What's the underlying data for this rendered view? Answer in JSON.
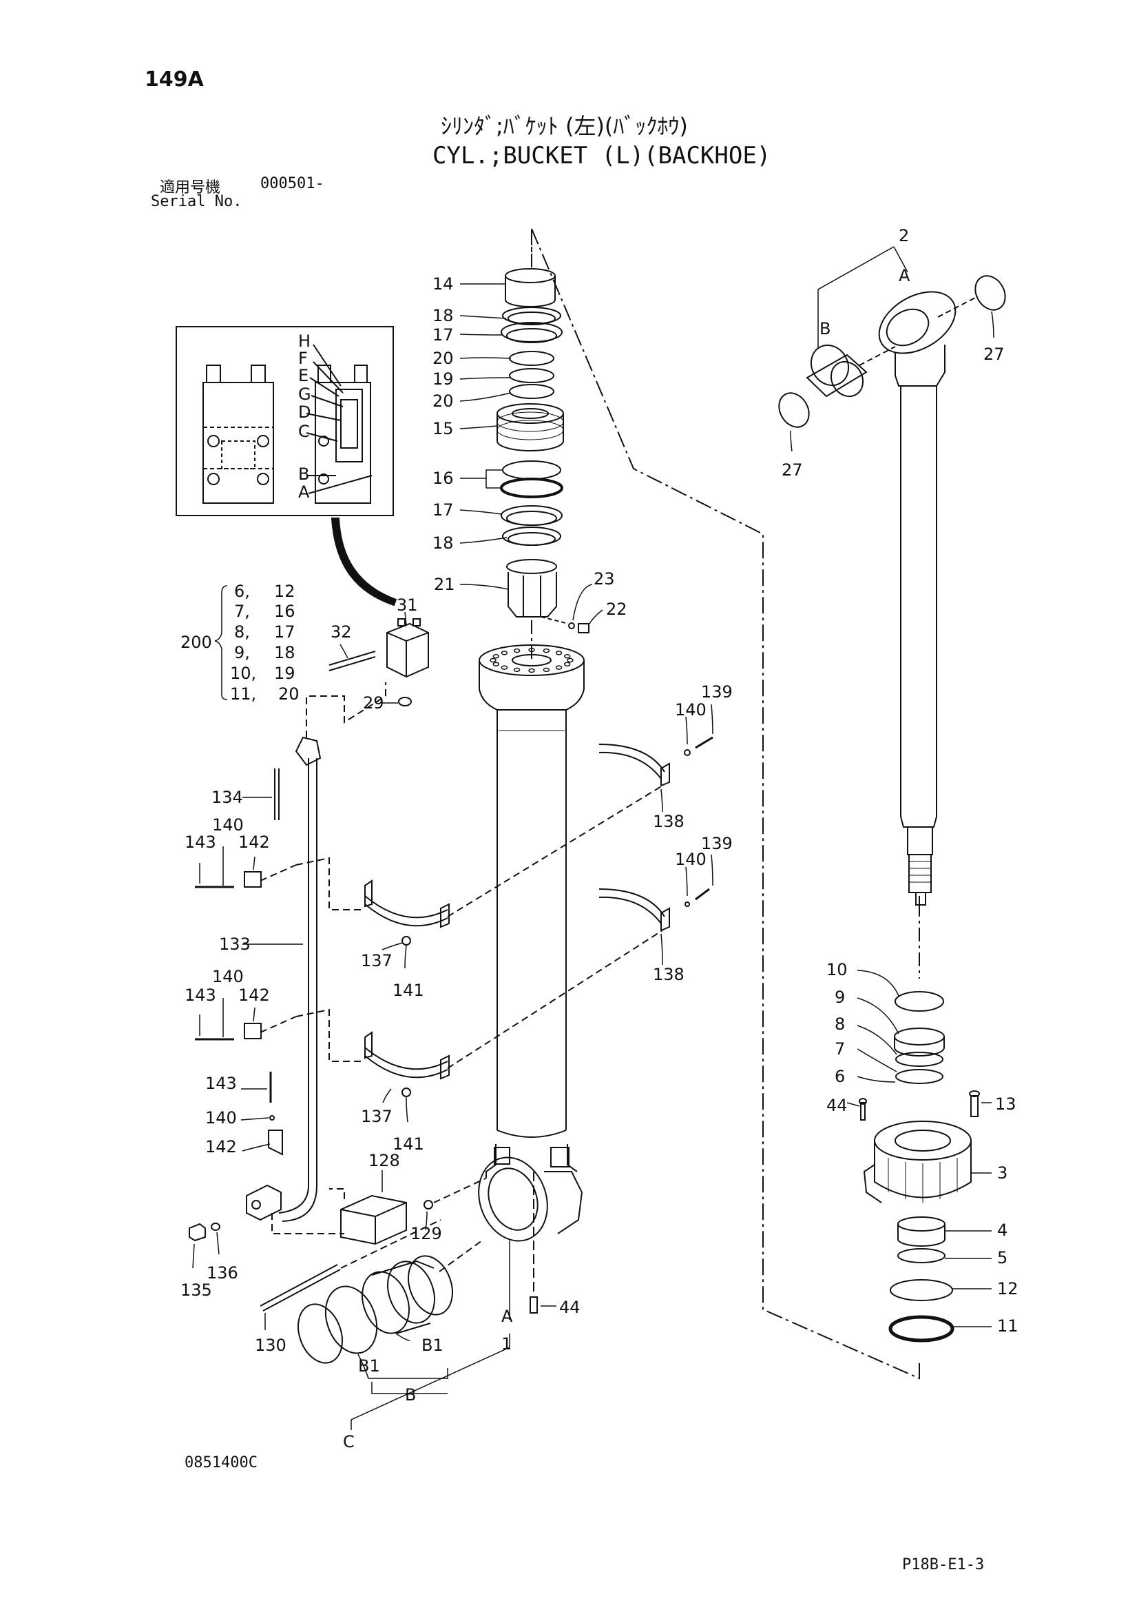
{
  "header": {
    "page_number": "149A",
    "title_jp": "ｼﾘﾝﾀﾞ;ﾊﾞｹｯﾄ (左)(ﾊﾞｯｸﾎｳ)",
    "title_en": "CYL.;BUCKET (L)(BACKHOE)",
    "serial_label_jp": "適用号機",
    "serial_value": "000501-",
    "serial_label_en": "Serial No."
  },
  "footer": {
    "drawing_number": "0851400C",
    "sheet_code": "P18B-E1-3"
  },
  "kit": {
    "number": "200",
    "rows": [
      {
        "a": "6,",
        "b": "12"
      },
      {
        "a": "7,",
        "b": "16"
      },
      {
        "a": "8,",
        "b": "17"
      },
      {
        "a": "9,",
        "b": "18"
      },
      {
        "a": "10,",
        "b": "19"
      },
      {
        "a": "11,",
        "b": "20"
      }
    ]
  },
  "inset_letters": [
    "H",
    "F",
    "E",
    "G",
    "D",
    "C",
    "B",
    "A"
  ],
  "callouts": {
    "c14": "14",
    "c18a": "18",
    "c17a": "17",
    "c20a": "20",
    "c19": "19",
    "c20b": "20",
    "c15": "15",
    "c16": "16",
    "c17b": "17",
    "c18b": "18",
    "c21": "21",
    "c23": "23",
    "c22": "22",
    "c31": "31",
    "c32": "32",
    "c29": "29",
    "c139a": "139",
    "c140a": "140",
    "c138a": "138",
    "c139b": "139",
    "c140b": "140",
    "c138b": "138",
    "c134": "134",
    "c140c": "140",
    "c143a": "143",
    "c142a": "142",
    "c133": "133",
    "c137a": "137",
    "c141a": "141",
    "c140d": "140",
    "c143b": "143",
    "c142b": "142",
    "c143c": "143",
    "c140e": "140",
    "c142c": "142",
    "c137b": "137",
    "c141b": "141",
    "c128": "128",
    "c129": "129",
    "c135": "135",
    "c136": "136",
    "c130": "130",
    "cA_main": "A",
    "c44a": "44",
    "c1": "1",
    "cB1a": "B1",
    "cB1b": "B1",
    "cB_main": "B",
    "cC_main": "C",
    "c2": "2",
    "cA_rod": "A",
    "cB_rod": "B",
    "c27a": "27",
    "c27b": "27",
    "c10": "10",
    "c9": "9",
    "c8": "8",
    "c7": "7",
    "c6": "6",
    "c44b": "44",
    "c13": "13",
    "c3": "3",
    "c4": "4",
    "c5": "5",
    "c12": "12",
    "c11": "11"
  }
}
